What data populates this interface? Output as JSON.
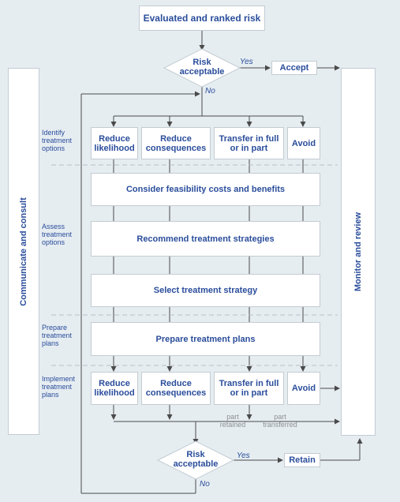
{
  "top": "Evaluated and ranked risk",
  "decision1": {
    "line1": "Risk",
    "line2": "acceptable",
    "yes": "Yes",
    "no": "No"
  },
  "accept": "Accept",
  "side_left": "Communicate and consult",
  "side_right": "Monitor and review",
  "stages": {
    "identify": [
      "Identify",
      "treatment",
      "options"
    ],
    "assess": [
      "Assess",
      "treatment",
      "options"
    ],
    "prepare": [
      "Prepare",
      "treatment",
      "plans"
    ],
    "implement": [
      "Implement",
      "treatment",
      "plans"
    ]
  },
  "options": {
    "reduce_likelihood": [
      "Reduce",
      "likelihood"
    ],
    "reduce_consequences": [
      "Reduce",
      "consequences"
    ],
    "transfer": [
      "Transfer in full",
      "or in part"
    ],
    "avoid": "Avoid"
  },
  "steps": {
    "feasibility": "Consider feasibility costs and benefits",
    "recommend": "Recommend treatment strategies",
    "select": "Select treatment strategy",
    "prepare": "Prepare treatment plans"
  },
  "transfer_notes": {
    "retained": [
      "part",
      "retained"
    ],
    "transferred": [
      "part",
      "transferred"
    ]
  },
  "decision2": {
    "line1": "Risk",
    "line2": "acceptable",
    "yes": "Yes",
    "no": "No"
  },
  "retain": "Retain",
  "colors": {
    "text": "#2a4d9b",
    "background": "#e6edf1",
    "line": "#4a4a4a",
    "border": "#c3ccd3"
  }
}
